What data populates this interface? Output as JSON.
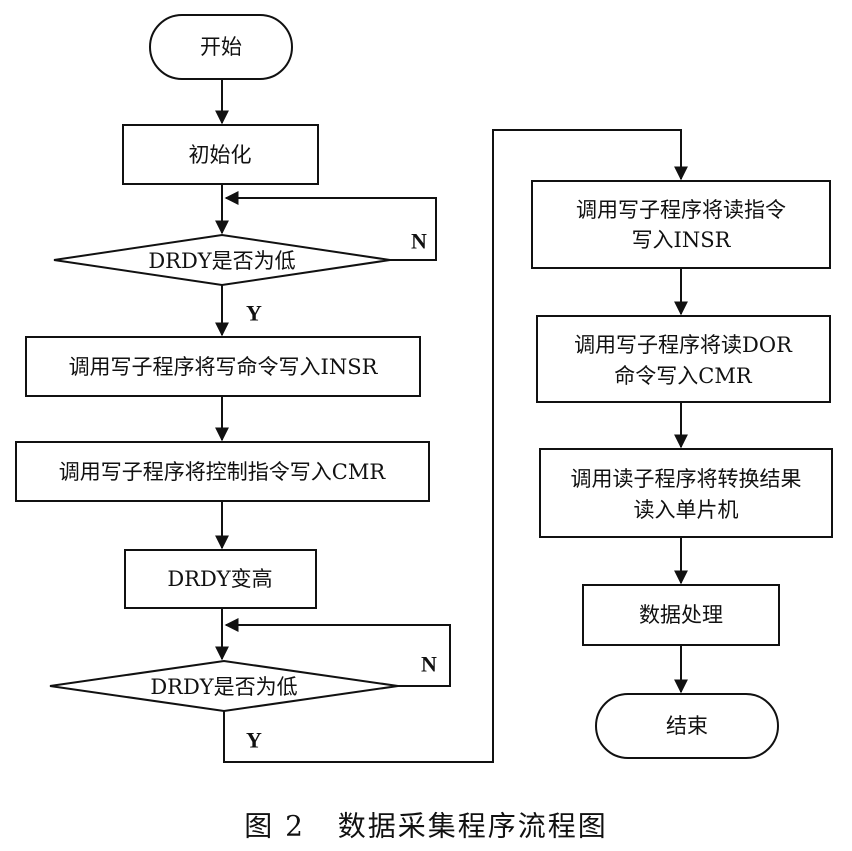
{
  "caption": "图 2   数据采集程序流程图",
  "nodes": {
    "start": "开始",
    "init": "初始化",
    "check1": "DRDY是否为低",
    "write_cmd": "调用写子程序将写命令写入INSR",
    "write_ctrl": "调用写子程序将控制指令写入CMR",
    "drdy_high": "DRDY变高",
    "check2": "DRDY是否为低",
    "write_read_1": "调用写子程序将读指令",
    "write_read_2": "写入INSR",
    "write_dor_1": "调用写子程序将读DOR",
    "write_dor_2": "命令写入CMR",
    "read_1": "调用读子程序将转换结果",
    "read_2": "读入单片机",
    "process": "数据处理",
    "end": "结束"
  },
  "branches": {
    "check1_no": "N",
    "check1_yes": "Y",
    "check2_no": "N",
    "check2_yes": "Y"
  }
}
